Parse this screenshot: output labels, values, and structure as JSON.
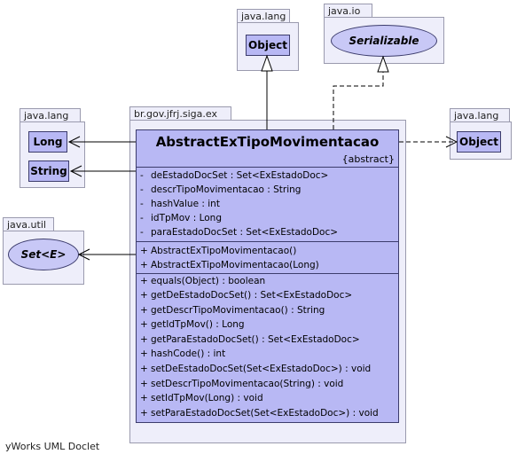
{
  "packages": {
    "java_lang_top": "java.lang",
    "java_io": "java.io",
    "java_lang_left": "java.lang",
    "br_gov": "br.gov.jfrj.siga.ex",
    "java_lang_right": "java.lang",
    "java_util": "java.util"
  },
  "types": {
    "object_top": "Object",
    "serializable": "Serializable",
    "long": "Long",
    "string": "String",
    "object_right": "Object",
    "set": "Set<E>"
  },
  "main_class": {
    "name": "AbstractExTipoMovimentacao",
    "stereotype": "{abstract}",
    "fields": [
      {
        "vis": "-",
        "text": "deEstadoDocSet : Set<ExEstadoDoc>"
      },
      {
        "vis": "-",
        "text": "descrTipoMovimentacao : String"
      },
      {
        "vis": "-",
        "text": "hashValue : int"
      },
      {
        "vis": "-",
        "text": "idTpMov : Long"
      },
      {
        "vis": "-",
        "text": "paraEstadoDocSet : Set<ExEstadoDoc>"
      }
    ],
    "constructors": [
      {
        "vis": "+",
        "text": "AbstractExTipoMovimentacao()"
      },
      {
        "vis": "+",
        "text": "AbstractExTipoMovimentacao(Long)"
      }
    ],
    "methods": [
      {
        "vis": "+",
        "text": "equals(Object) : boolean"
      },
      {
        "vis": "+",
        "text": "getDeEstadoDocSet() : Set<ExEstadoDoc>"
      },
      {
        "vis": "+",
        "text": "getDescrTipoMovimentacao() : String"
      },
      {
        "vis": "+",
        "text": "getIdTpMov() : Long"
      },
      {
        "vis": "+",
        "text": "getParaEstadoDocSet() : Set<ExEstadoDoc>"
      },
      {
        "vis": "+",
        "text": "hashCode() : int"
      },
      {
        "vis": "+",
        "text": "setDeEstadoDocSet(Set<ExEstadoDoc>) : void"
      },
      {
        "vis": "+",
        "text": "setDescrTipoMovimentacao(String) : void"
      },
      {
        "vis": "+",
        "text": "setIdTpMov(Long) : void"
      },
      {
        "vis": "+",
        "text": "setParaEstadoDocSet(Set<ExEstadoDoc>) : void"
      }
    ]
  },
  "footer": "yWorks UML Doclet",
  "colors": {
    "package_fill": "#eeeefa",
    "class_fill": "#b8b8f4",
    "border": "#3c3c6c"
  }
}
